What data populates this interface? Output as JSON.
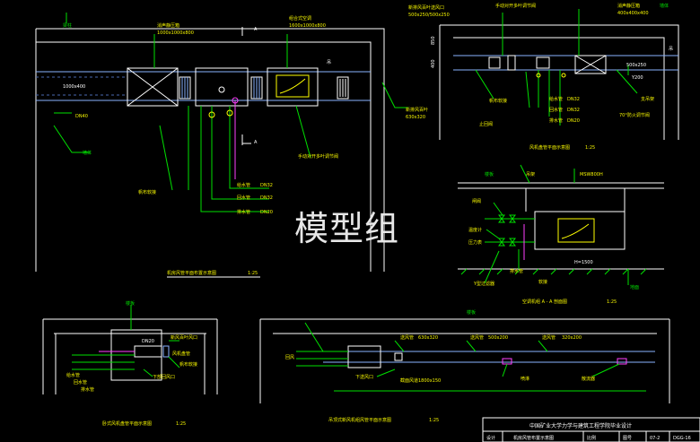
{
  "watermark": "模型组",
  "top_plan": {
    "labels": {
      "beam": "梁柱",
      "duct_size_left": "1000x400",
      "pipe_dn": "DN40",
      "wall": "墙体",
      "muffler_label": "消声静压箱",
      "muffler_size": "1000x1000x800",
      "ahu_label": "组合式空调",
      "ahu_size": "1600x1000x800",
      "hang": "吊",
      "exhaust_vent": "新排风百叶",
      "exhaust_size": "630x320",
      "damper": "手动对开多叶调节阀",
      "supply_pipe": "给水管",
      "return_pipe": "回水管",
      "drain_pipe": "排水管",
      "supply_dn": "DN32",
      "return_dn": "DN32",
      "drain_dn": "DN20",
      "soft_joint": "帆布软接",
      "section_mark": "A",
      "caption": "机房风管平面布置示意图",
      "scale": "1:25"
    }
  },
  "top_right": {
    "labels": {
      "top_right_wall": "墙体",
      "vent_note": "新排风百叶送风口",
      "vent_size": "500x250/500x250",
      "damper2": "手动对开多叶调节阀",
      "box_label": "消声静压箱",
      "box_size": "400x400x400",
      "duct_right": "500x250",
      "code": "Y200",
      "soft2": "帆布软接",
      "valve_note": "止回阀",
      "supply2": "给水管",
      "supply2_dn": "DN32",
      "return2": "回水管",
      "return2_dn": "DN32",
      "drain2": "排水管",
      "drain2_dn": "DN20",
      "hanger": "支吊架",
      "fire_note": "70°防火调节阀",
      "caption": "风机盘管平面示意图",
      "scale": "1:25",
      "dim1": "850",
      "dim2": "400",
      "hang2": "吊"
    }
  },
  "section_a": {
    "labels": {
      "beam": "楼板",
      "bracket": "吊架",
      "equip_code": "MSW800H",
      "valve1": "闸阀",
      "filter": "Y型过滤器",
      "gauge": "温度计",
      "pressure": "压力表",
      "soft_pipe": "软接",
      "drain_pipe": "排水管",
      "floor": "地面",
      "elevation": "H=1500",
      "caption": "空调机组  A - A 剖面图",
      "scale": "1:25"
    }
  },
  "bottom_left": {
    "labels": {
      "top": "楼板",
      "pipe1": "给水管",
      "pipe2": "回水管",
      "pipe3": "排水管",
      "hang": "新风百叶风口",
      "soft": "帆布软接",
      "fan_label": "风机盘管",
      "fan_dn": "DN20",
      "down": "下部回风口",
      "caption": "卧式风机盘管平面示意图",
      "scale": "1:25"
    }
  },
  "bottom_right": {
    "labels": {
      "top_beam": "楼板",
      "duct1": "送风管",
      "duct1_size": "630x320",
      "duct2": "送风管",
      "duct2_size": "500x200",
      "duct3": "送风管",
      "duct3_size": "320x200",
      "down_vent": "下送风口",
      "pipe_size": "截面风道1800x150",
      "sprinkler": "喷淋",
      "return": "回风",
      "drain": "散流器",
      "caption": "吊顶式新风机组风管平面示意图",
      "scale": "1:25"
    }
  },
  "title_block": {
    "school": "中国矿业大学力学与建筑工程学院毕业设计",
    "drawing_name": "机房风管布置示意图",
    "design": "设计",
    "drawing_no_label": "图号",
    "drawing_no": "07-2",
    "sheet_label": "比例",
    "sheet_value": "DGG-16"
  },
  "colors": {
    "background": "#000000",
    "frame": "#ffffff",
    "duct": "#8ab4ff",
    "pipe_green": "#00e000",
    "pipe_magenta": "#ff40ff",
    "text_yellow": "#f5f500",
    "text_cyan": "#00f0f0",
    "label_green": "#30ff30"
  }
}
